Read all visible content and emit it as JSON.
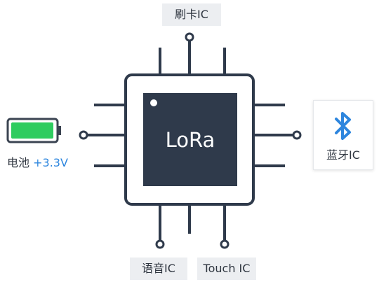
{
  "chip": {
    "label": "LoRa"
  },
  "labels": {
    "top": "刷卡IC",
    "bottom_left": "语音IC",
    "bottom_right": "Touch IC",
    "right": "蓝牙IC"
  },
  "battery": {
    "name": "电池",
    "voltage": "+3.3V"
  },
  "icons": {
    "battery": "battery-icon",
    "bluetooth": "bluetooth-icon"
  },
  "colors": {
    "chip_frame": "#2f3a4b",
    "chip_core": "#2f3a4b",
    "battery_fill": "#2ecc5f",
    "bluetooth": "#2e86de",
    "voltage_text": "#2e86de",
    "tag_bg": "#eceef1"
  }
}
